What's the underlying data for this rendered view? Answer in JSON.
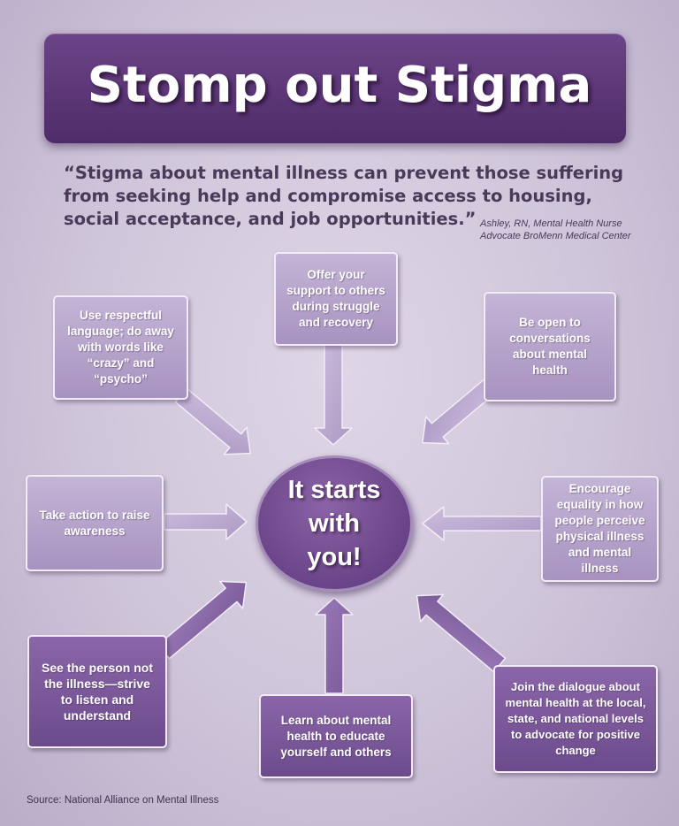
{
  "title": "Stomp out Stigma",
  "quote": "“Stigma about mental illness can prevent those suffering from seeking help and compromise access to housing, social acceptance, and job opportunities.”",
  "attribution": "Ashley, RN, Mental Health Nurse Advocate BroMenn Medical Center",
  "center": {
    "line1": "It starts",
    "line2": "with",
    "line3": "you!"
  },
  "tips": {
    "support": "Offer your support to others during struggle and recovery",
    "language": "Use respectful language; do away with words like “crazy” and “psycho”",
    "open": "Be open to conversations about mental health",
    "action": "Take action to raise awareness",
    "equality": "Encourage equality in how people perceive physical illness and mental illness",
    "person": "See the person not the illness—strive to listen and understand",
    "learn": "Learn about mental health to educate yourself and others",
    "dialogue": "Join the dialogue about mental health at the local, state, and national levels to advocate for positive change"
  },
  "source": "Source: National Alliance on Mental Illness",
  "colors": {
    "banner": "#5c3678",
    "center": "#6a4488",
    "light_box": "#b6a3cb",
    "dark_box": "#7a58 9a"
  }
}
